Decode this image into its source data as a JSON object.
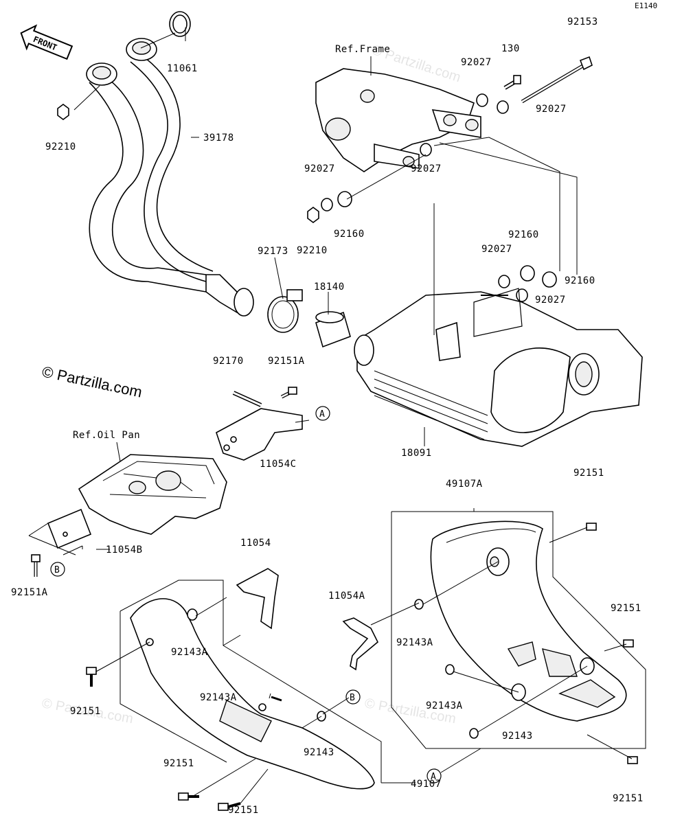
{
  "diagram_id": "E1140",
  "front_label": "FRONT",
  "watermark": "© Partzilla.com",
  "watermark_light": "© Partzilla.com",
  "refs": {
    "frame": "Ref.Frame",
    "oil_pan": "Ref.Oil Pan"
  },
  "callouts": {
    "c_11061": "11061",
    "c_39178": "39178",
    "c_92210_a": "92210",
    "c_92153": "92153",
    "c_130": "130",
    "c_92027_a": "92027",
    "c_92027_b": "92027",
    "c_92027_c": "92027",
    "c_92027_d": "92027",
    "c_92027_e": "92027",
    "c_92027_f": "92027",
    "c_92160_a": "92160",
    "c_92160_b": "92160",
    "c_92160_c": "92160",
    "c_92210_b": "92210",
    "c_92173": "92173",
    "c_18140": "18140",
    "c_92170": "92170",
    "c_92151A_a": "92151A",
    "c_11054C": "11054C",
    "c_18091": "18091",
    "c_49107A": "49107A",
    "c_92151_a": "92151",
    "c_11054B": "11054B",
    "c_92151A_b": "92151A",
    "c_11054": "11054",
    "c_11054A": "11054A",
    "c_92143A_a": "92143A",
    "c_92143A_b": "92143A",
    "c_92143A_c": "92143A",
    "c_92143A_d": "92143A",
    "c_92151_b": "92151",
    "c_92151_c": "92151",
    "c_92143_a": "92143",
    "c_92143_b": "92143",
    "c_92151_d": "92151",
    "c_92151_e": "92151",
    "c_92151_f": "92151",
    "c_49107": "49107"
  },
  "markers": {
    "A1": "A",
    "A2": "A",
    "B1": "B",
    "B2": "B"
  }
}
